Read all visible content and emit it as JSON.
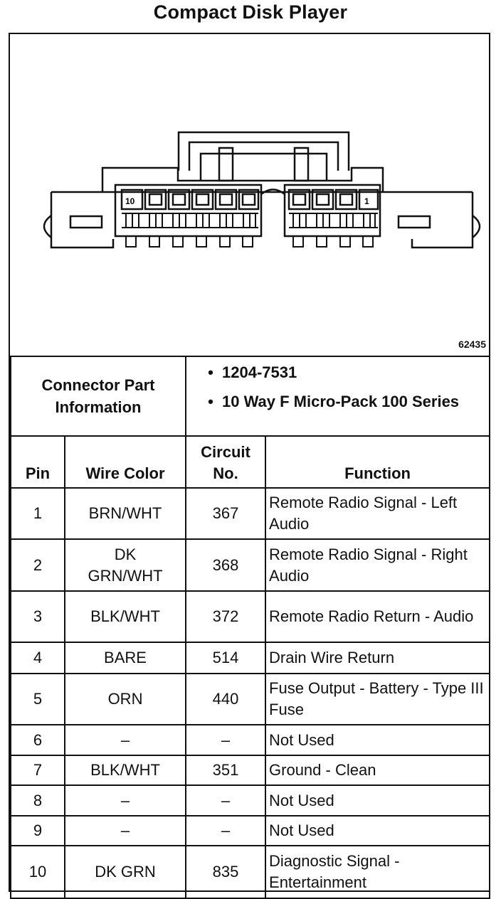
{
  "title": "Compact Disk Player",
  "figure": {
    "figure_number": "62435",
    "pin_label_left": "10",
    "pin_label_right": "1"
  },
  "connector": {
    "label": "Connector Part Information",
    "items": [
      "1204-7531",
      "10 Way F Micro-Pack 100 Series"
    ]
  },
  "headers": {
    "pin": "Pin",
    "wire_color": "Wire Color",
    "circuit": "Circuit No.",
    "function": "Function"
  },
  "rows": [
    {
      "pin": "1",
      "wire": "BRN/WHT",
      "circuit": "367",
      "function": "Remote Radio Signal - Left Audio"
    },
    {
      "pin": "2",
      "wire": "DK GRN/WHT",
      "circuit": "368",
      "function": "Remote Radio Signal - Right Audio"
    },
    {
      "pin": "3",
      "wire": "BLK/WHT",
      "circuit": "372",
      "function": "Remote Radio Return - Audio"
    },
    {
      "pin": "4",
      "wire": "BARE",
      "circuit": "514",
      "function": "Drain Wire Return"
    },
    {
      "pin": "5",
      "wire": "ORN",
      "circuit": "440",
      "function": "Fuse Output - Battery - Type III Fuse"
    },
    {
      "pin": "6",
      "wire": "–",
      "circuit": "–",
      "function": "Not Used"
    },
    {
      "pin": "7",
      "wire": "BLK/WHT",
      "circuit": "351",
      "function": "Ground - Clean"
    },
    {
      "pin": "8",
      "wire": "–",
      "circuit": "–",
      "function": "Not Used"
    },
    {
      "pin": "9",
      "wire": "–",
      "circuit": "–",
      "function": "Not Used"
    },
    {
      "pin": "10",
      "wire": "DK GRN",
      "circuit": "835",
      "function": "Diagnostic Signal - Entertainment"
    }
  ]
}
